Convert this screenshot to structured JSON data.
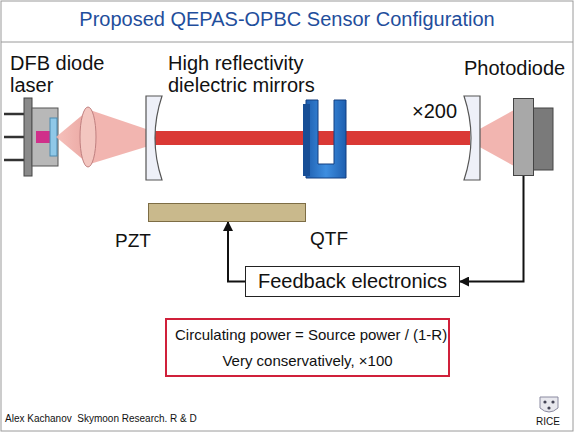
{
  "diagram": {
    "title": "Proposed QEPAS-OPBC Sensor Configuration",
    "nodes": [
      {
        "text": [
          "Photodiode"
        ]
      },
      {
        "text": [
          "PZT"
        ]
      },
      {
        "text": [
          "Feedback electronics"
        ]
      },
      {
        "text": [
          "Circulating power = Source power / (1-R)",
          "Very conservatively, ×100"
        ]
      }
    ],
    "edges": [
      {
        "from": 0,
        "to": 2,
        "arrow": "to"
      },
      {
        "from": 2,
        "to": 1,
        "arrow": "to"
      }
    ],
    "labels": [
      "DFB diode laser",
      "High reflectivity dielectric mirrors",
      "×200",
      "QTF",
      "Alex Kachanov  Skymoon Research. R & D",
      "RICE"
    ]
  }
}
